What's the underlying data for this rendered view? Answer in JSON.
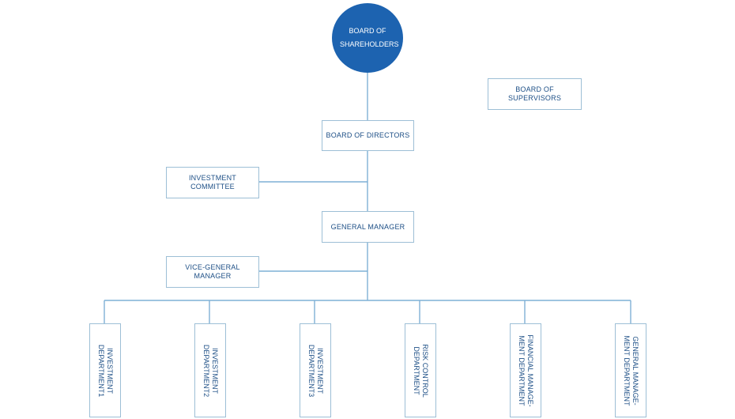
{
  "diagram": {
    "shareholders_label": "BOARD OF SHAREHOLDERS",
    "supervisors_label": "BOARD OF SUPERVISORS",
    "directors_label": "BOARD OF DIRECTORS",
    "investment_committee_label": "INVESTMENT COMMITTEE",
    "general_manager_label": "GENERAL MANAGER",
    "vice_general_manager_label": "VICE-GENERAL MANAGER",
    "departments": [
      {
        "line1": "INVESTMENT",
        "line2": "DEPARTMENT1"
      },
      {
        "line1": "INVESTMENT",
        "line2": "DEPARTMENT2"
      },
      {
        "line1": "INVESTMENT",
        "line2": "DEPARTMENT3"
      },
      {
        "line1": "RISK CONTROL",
        "line2": "DEPARTMENT"
      },
      {
        "line1": "FINANCIAL MANAGE-",
        "line2": "MENT DEPARTMENT"
      },
      {
        "line1": "GENERAL MANAGE-",
        "line2": "MENT DEPARTMENT"
      }
    ]
  },
  "colors": {
    "connector": "#7fb0d6",
    "circle_fill": "#1d63b0",
    "box_border": "#9dbfd6",
    "text": "#1d4f86"
  }
}
